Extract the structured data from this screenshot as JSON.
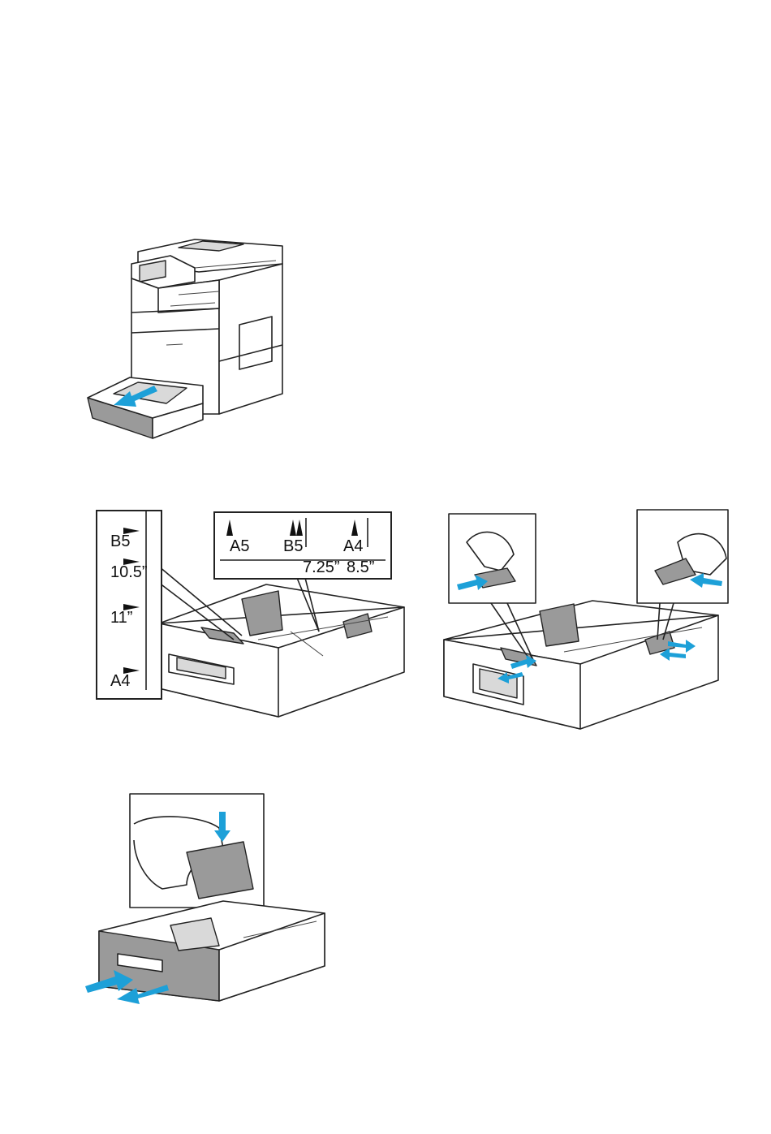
{
  "colors": {
    "accent_arrow": "#1da0d8",
    "line": "#222222",
    "tray_gray": "#9a9a9a",
    "light_gray": "#d9d9d9"
  },
  "figure_side_scale": {
    "labels": [
      "B5",
      "10.5”",
      "11”",
      "A4"
    ]
  },
  "figure_top_scale": {
    "labels": [
      "A5",
      "B5",
      "A4"
    ],
    "inch_labels": [
      "7.25”",
      "8.5”"
    ]
  }
}
